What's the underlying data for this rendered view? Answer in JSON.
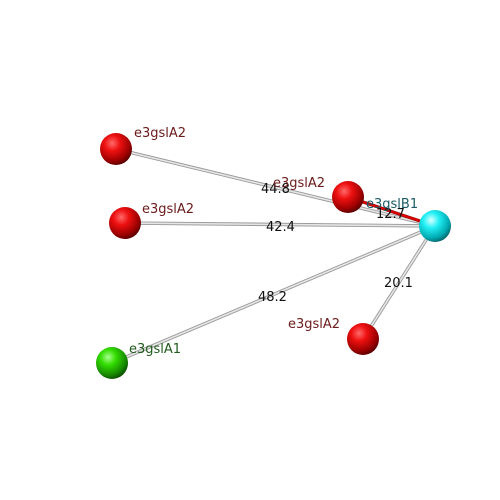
{
  "diagram": {
    "nodes": [
      {
        "id": "a2_left_top",
        "label": "e3gslA2",
        "color": "red"
      },
      {
        "id": "a2_mid",
        "label": "e3gslA2",
        "color": "red"
      },
      {
        "id": "a2_left_mid",
        "label": "e3gslA2",
        "color": "red"
      },
      {
        "id": "b1",
        "label": "e3gslB1",
        "color": "cyan"
      },
      {
        "id": "a2_bottom",
        "label": "e3gslA2",
        "color": "red"
      },
      {
        "id": "a1",
        "label": "e3gslA1",
        "color": "green"
      }
    ],
    "edges": [
      {
        "from": "a2_left_top",
        "to": "b1",
        "label": "44.8",
        "highlight": false
      },
      {
        "from": "a2_left_mid",
        "to": "b1",
        "label": "42.4",
        "highlight": false
      },
      {
        "from": "a1",
        "to": "b1",
        "label": "48.2",
        "highlight": false
      },
      {
        "from": "a2_bottom",
        "to": "b1",
        "label": "20.1",
        "highlight": false
      },
      {
        "from": "a2_mid",
        "to": "b1",
        "label": "12.7",
        "highlight": true
      }
    ],
    "colors": {
      "red_node": "#d40000",
      "cyan_node": "#00e0e8",
      "green_node": "#22cc00",
      "red_label": "#6b1a1a",
      "cyan_label": "#1a5a66",
      "green_label": "#1f5a1a",
      "edge": "#bdbdbd",
      "highlight_edge": "#e00000"
    }
  }
}
